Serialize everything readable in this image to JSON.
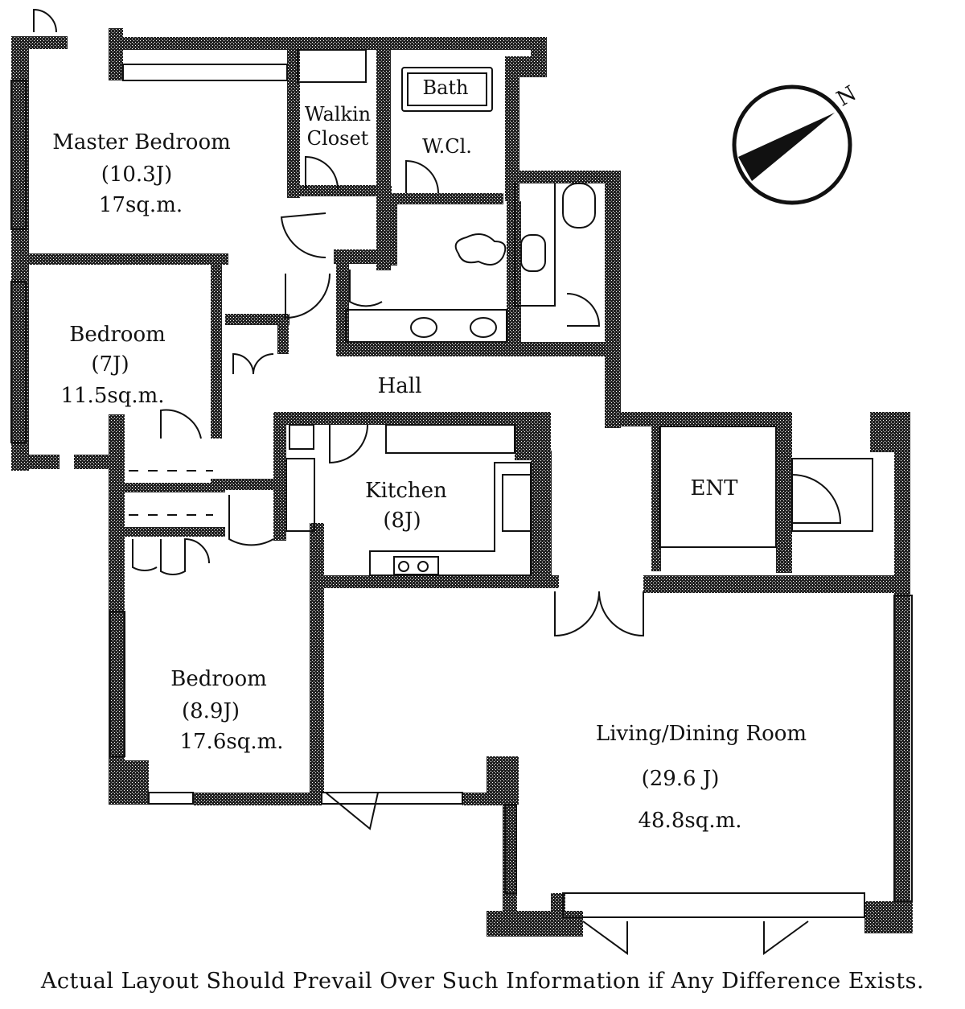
{
  "rooms": {
    "master_bedroom": {
      "name": "Master Bedroom",
      "size_j": "(10.3J)",
      "area": "17sq.m."
    },
    "walkin_closet": {
      "line1": "Walkin",
      "line2": "Closet"
    },
    "bath": {
      "name": "Bath"
    },
    "wc": {
      "name": "W.Cl."
    },
    "bedroom_1": {
      "name": "Bedroom",
      "size_j": "(7J)",
      "area": "11.5sq.m."
    },
    "hall": {
      "name": "Hall"
    },
    "kitchen": {
      "name": "Kitchen",
      "size_j": "(8J)"
    },
    "entrance": {
      "name": "ENT"
    },
    "bedroom_2": {
      "name": "Bedroom",
      "size_j": "(8.9J)",
      "area": "17.6sq.m."
    },
    "living_dining": {
      "name": "Living/Dining Room",
      "size_j": "(29.6 J)",
      "area": "48.8sq.m."
    }
  },
  "compass": {
    "north_label": "N"
  },
  "disclaimer": "Actual Layout Should Prevail Over Such Information if Any Difference Exists.",
  "colors": {
    "wall": "#111111",
    "line": "#111111",
    "background": "#ffffff"
  }
}
